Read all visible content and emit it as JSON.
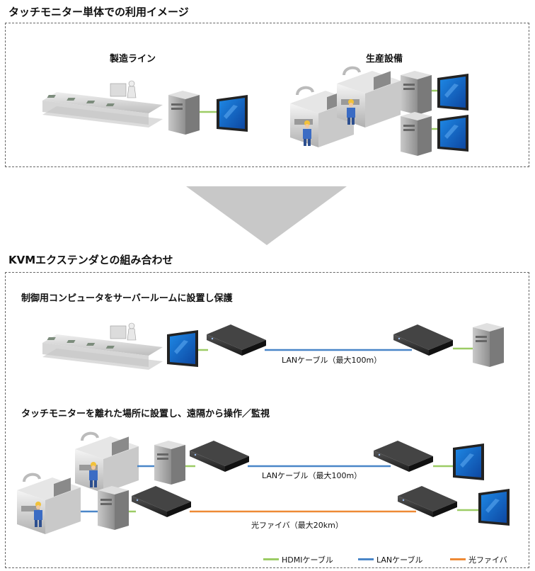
{
  "top": {
    "title": "タッチモニター単体での利用イメージ",
    "left_label": "製造ライン",
    "right_label": "生産設備"
  },
  "bottom": {
    "title": "KVMエクステンダとの組み合わせ",
    "row1_label": "制御用コンピュータをサーバールームに設置し保護",
    "row1_cable": "LANケーブル（最大100m）",
    "row2_label": "タッチモニターを離れた場所に設置し、遠隔から操作／監視",
    "row2_cable_lan": "LANケーブル（最大100m）",
    "row2_cable_fiber": "光ファイバ（最大20km）"
  },
  "legend": {
    "hdmi": "HDMIケーブル",
    "lan": "LANケーブル",
    "fiber": "光ファイバ",
    "colors": {
      "hdmi": "#9ccc65",
      "lan": "#4a86c8",
      "fiber": "#ee8a35"
    }
  }
}
